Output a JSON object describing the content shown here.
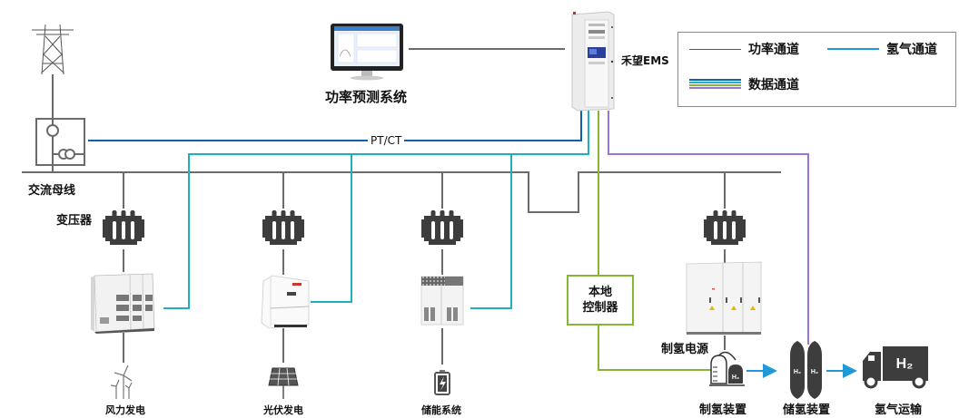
{
  "legend": {
    "items": [
      {
        "label": "功率通道",
        "type": "power"
      },
      {
        "label": "氢气通道",
        "type": "hydrogen"
      },
      {
        "label": "数据通道",
        "type": "data"
      }
    ]
  },
  "colors": {
    "power": "#6b6b6b",
    "hydrogen": "#1f9ad6",
    "data_blue": "#0b62ad",
    "data_cyan": "#20aec1",
    "data_green": "#86b636",
    "data_purple": "#9a75d9",
    "device_dark": "#3d3d3d"
  },
  "top": {
    "forecast_label": "功率预测系统",
    "ems_label": "禾望EMS",
    "ptct_label": "PT/CT"
  },
  "bus": {
    "ac_bus_label": "交流母线",
    "transformer_label": "变压器"
  },
  "sources": [
    {
      "id": "wind",
      "label": "风力发电"
    },
    {
      "id": "pv",
      "label": "光伏发电"
    },
    {
      "id": "storage",
      "label": "储能系统"
    }
  ],
  "hydrogen": {
    "local_controller_line1": "本地",
    "local_controller_line2": "控制器",
    "power_supply_label": "制氢电源",
    "electrolyzer_label": "制氢装置",
    "storage_label": "储氢装置",
    "transport_label": "氢气运输",
    "electrolyzer_tank_text": "H₂",
    "storage_tank_text": "H₂",
    "truck_text": "H₂"
  }
}
